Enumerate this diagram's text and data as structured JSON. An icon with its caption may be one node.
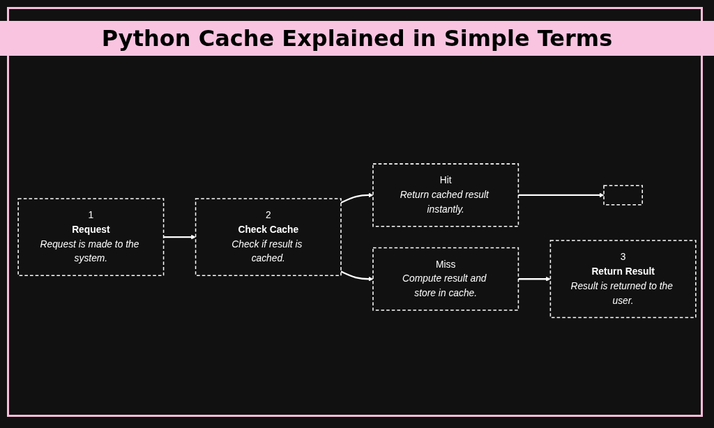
{
  "diagram": {
    "title": "Python Cache Explained in Simple Terms",
    "nodes": [
      {
        "text": [
          "1",
          "Request",
          "Request is made to the system."
        ]
      },
      {
        "text": [
          "2",
          "Check Cache",
          "Check if result is cached."
        ]
      },
      {
        "text": [
          "Hit",
          "Return cached result instantly."
        ]
      },
      {
        "text": [
          "Miss",
          "Compute result and store in cache."
        ]
      },
      {
        "text": [],
        "shape": "box"
      },
      {
        "text": [
          "3",
          "Return Result",
          "Result is returned to the user."
        ]
      }
    ],
    "edges": [
      {
        "from": 0,
        "to": 1,
        "arrow": "to"
      },
      {
        "from": 1,
        "to": 2,
        "arrow": "to"
      },
      {
        "from": 1,
        "to": 3,
        "arrow": "to"
      },
      {
        "from": 2,
        "to": 4,
        "arrow": "to"
      },
      {
        "from": 3,
        "to": 5,
        "arrow": "to"
      }
    ]
  }
}
